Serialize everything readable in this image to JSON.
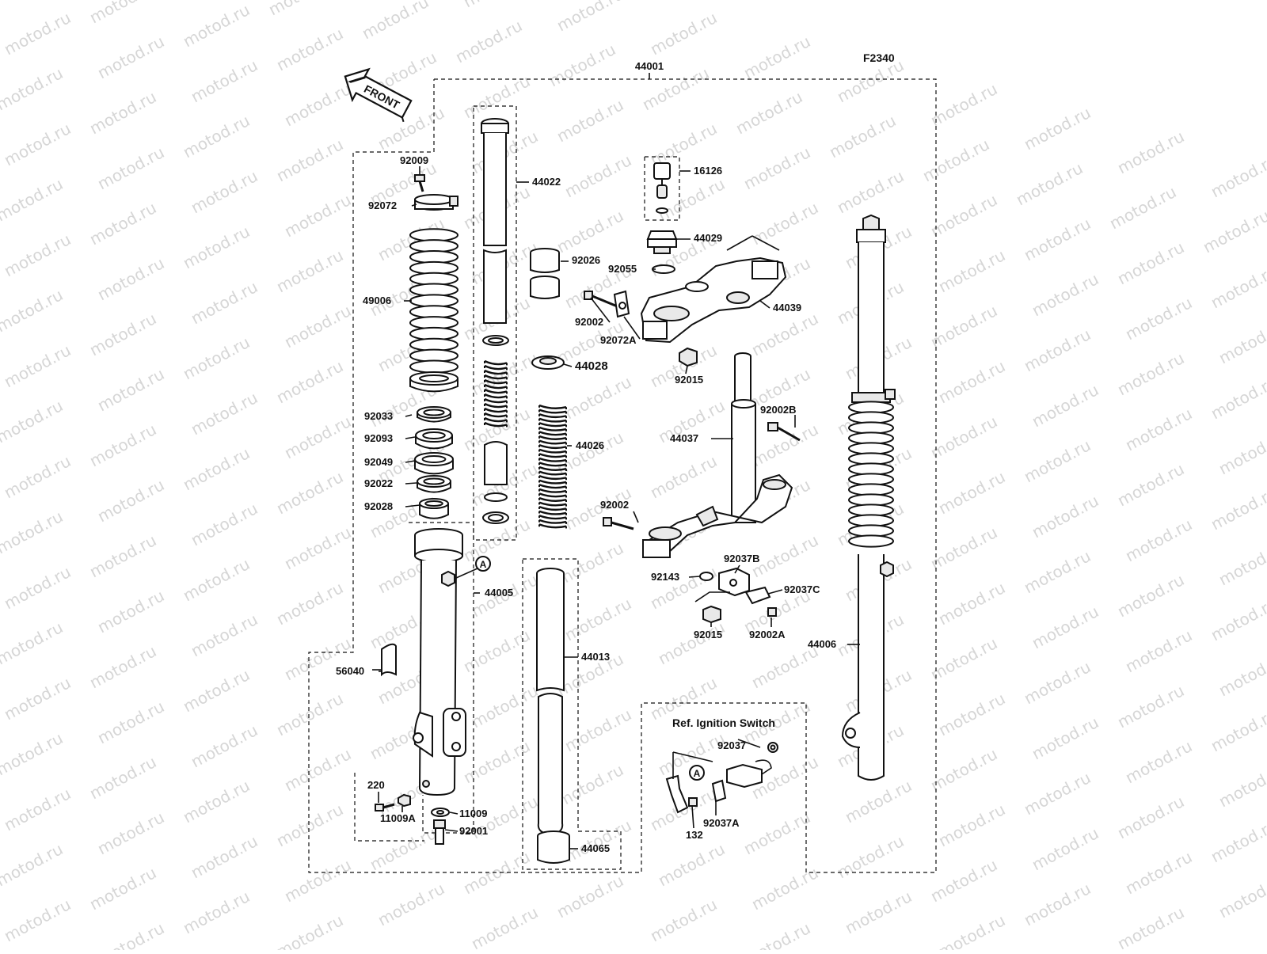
{
  "diagram": {
    "code": "F2340",
    "front_label": "FRONT",
    "assembly_number": "44001",
    "ref_box_title": "Ref. Ignition Switch",
    "watermark": "motod.ru",
    "callouts": [
      {
        "id": "c44022",
        "text": "44022"
      },
      {
        "id": "c92009",
        "text": "92009"
      },
      {
        "id": "c92072",
        "text": "92072"
      },
      {
        "id": "c49006",
        "text": "49006"
      },
      {
        "id": "c92026",
        "text": "92026"
      },
      {
        "id": "c16126",
        "text": "16126"
      },
      {
        "id": "c44029",
        "text": "44029"
      },
      {
        "id": "c92055",
        "text": "92055"
      },
      {
        "id": "c44039",
        "text": "44039"
      },
      {
        "id": "c92002a",
        "text": "92002"
      },
      {
        "id": "c92072A",
        "text": "92072A"
      },
      {
        "id": "c44028",
        "text": "44028"
      },
      {
        "id": "c92015a",
        "text": "92015"
      },
      {
        "id": "c92033",
        "text": "92033"
      },
      {
        "id": "c92093",
        "text": "92093"
      },
      {
        "id": "c92049",
        "text": "92049"
      },
      {
        "id": "c92022",
        "text": "92022"
      },
      {
        "id": "c92028",
        "text": "92028"
      },
      {
        "id": "c44026",
        "text": "44026"
      },
      {
        "id": "c44037",
        "text": "44037"
      },
      {
        "id": "c92002B",
        "text": "92002B"
      },
      {
        "id": "c92002b",
        "text": "92002"
      },
      {
        "id": "c92037B",
        "text": "92037B"
      },
      {
        "id": "c92143",
        "text": "92143"
      },
      {
        "id": "c92037C",
        "text": "92037C"
      },
      {
        "id": "c92015b",
        "text": "92015"
      },
      {
        "id": "c92002A",
        "text": "92002A"
      },
      {
        "id": "c44005",
        "text": "44005"
      },
      {
        "id": "c44013",
        "text": "44013"
      },
      {
        "id": "c44006",
        "text": "44006"
      },
      {
        "id": "c56040",
        "text": "56040"
      },
      {
        "id": "c220",
        "text": "220"
      },
      {
        "id": "c11009A",
        "text": "11009A"
      },
      {
        "id": "c11009",
        "text": "11009"
      },
      {
        "id": "c92001",
        "text": "92001"
      },
      {
        "id": "c44065",
        "text": "44065"
      },
      {
        "id": "c92037",
        "text": "92037"
      },
      {
        "id": "c132",
        "text": "132"
      },
      {
        "id": "c92037A",
        "text": "92037A"
      }
    ],
    "markers": [
      "A",
      "A"
    ]
  }
}
